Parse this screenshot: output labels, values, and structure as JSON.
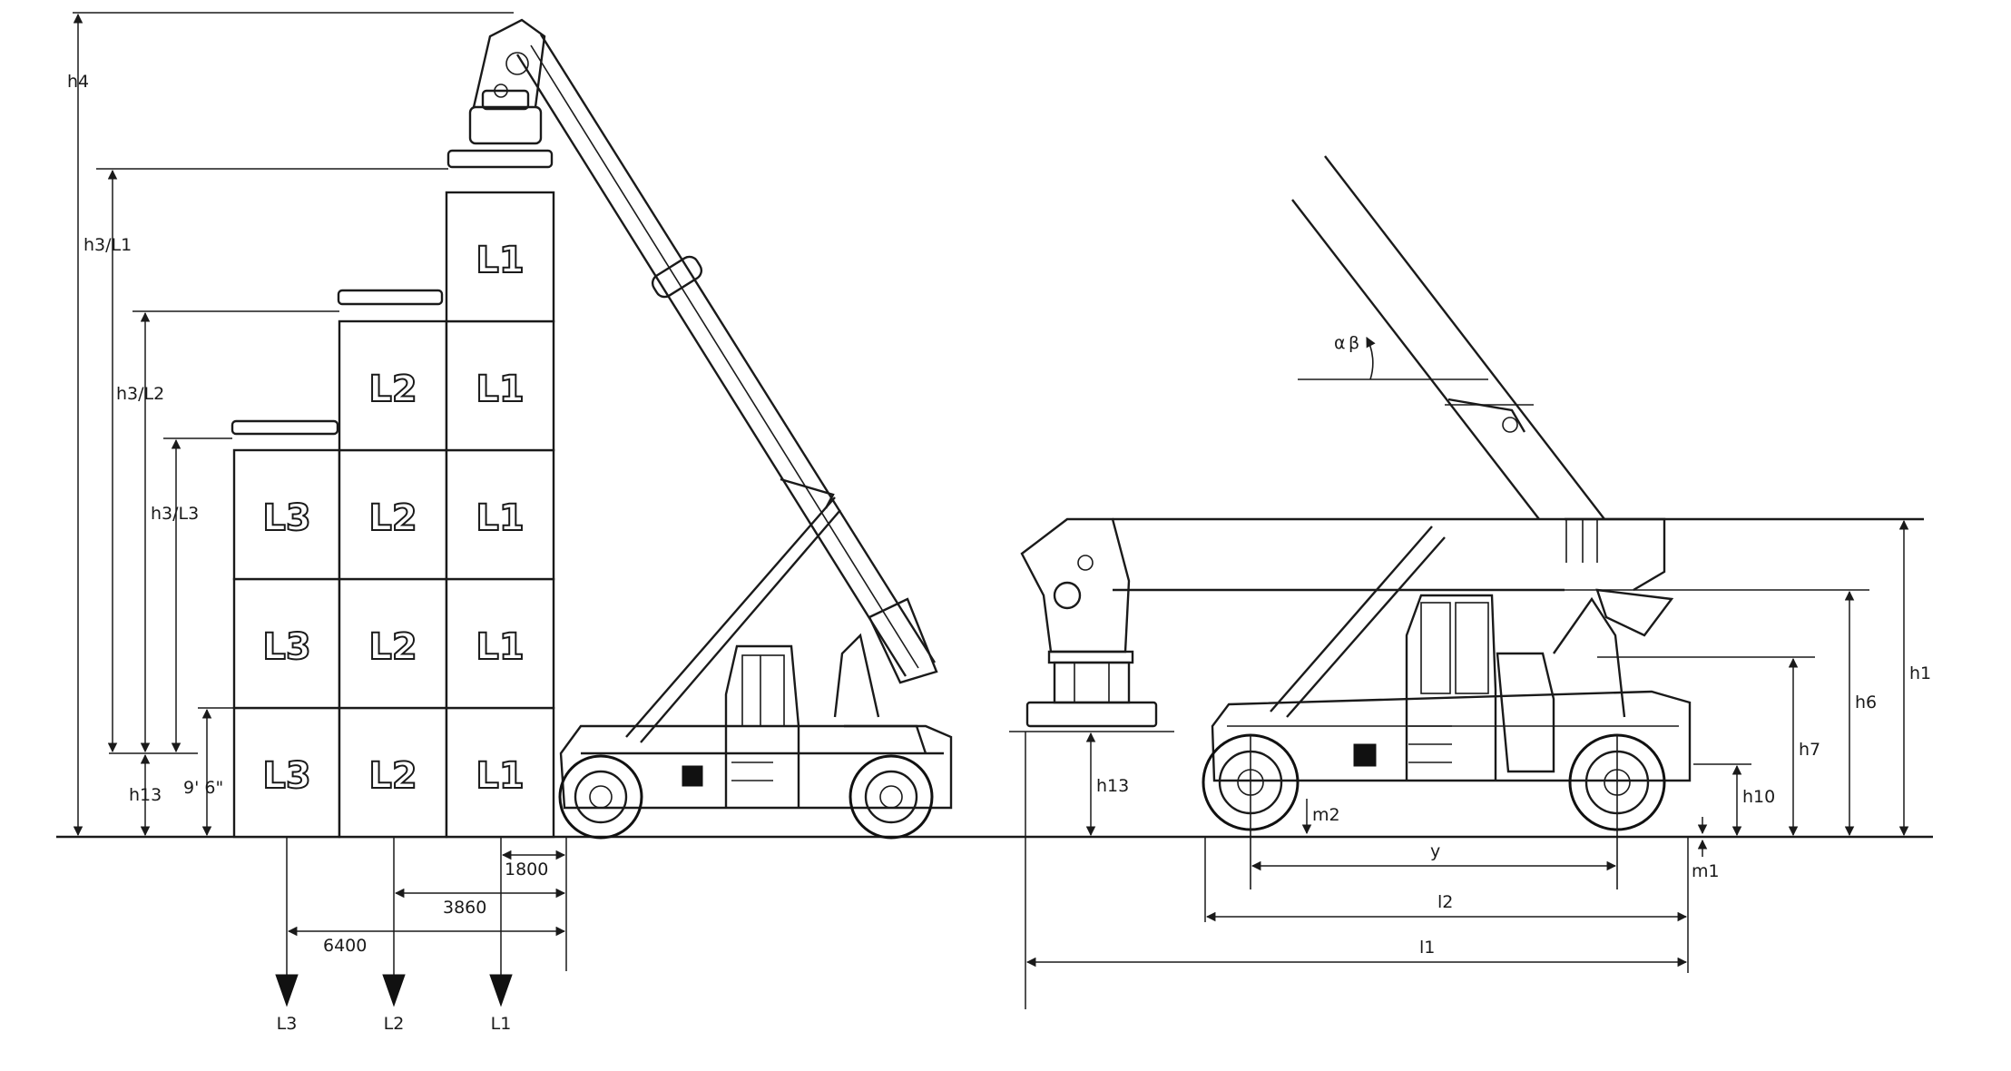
{
  "left_view": {
    "heights": {
      "h4": "h4",
      "h3_l1": "h3/L1",
      "h3_l2": "h3/L2",
      "h3_l3": "h3/L3",
      "h13": "h13",
      "row_height": "9' 6\""
    },
    "containers": {
      "l1": "L1",
      "l2": "L2",
      "l3": "L3"
    },
    "distances": {
      "d1800": "1800",
      "d3860": "3860",
      "d6400": "6400"
    },
    "load_points": {
      "l1": "L1",
      "l2": "L2",
      "l3": "L3"
    }
  },
  "right_view": {
    "angle": "α",
    "angle_sub": "β",
    "dims": {
      "h1": "h1",
      "h6": "h6",
      "h7": "h7",
      "h10": "h10",
      "h13": "h13",
      "m1": "m1",
      "m2": "m2",
      "y": "y",
      "l1": "l1",
      "l2": "l2"
    }
  }
}
